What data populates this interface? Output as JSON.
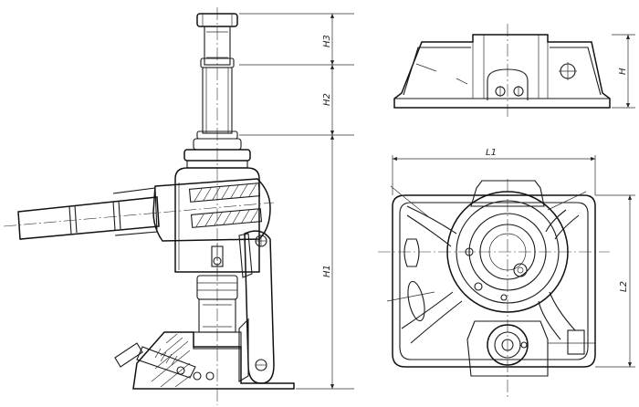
{
  "drawing": {
    "labels": {
      "h3": "H3",
      "h2": "H2",
      "h1": "H1",
      "h": "H",
      "l1": "L1",
      "l2": "L2"
    }
  }
}
